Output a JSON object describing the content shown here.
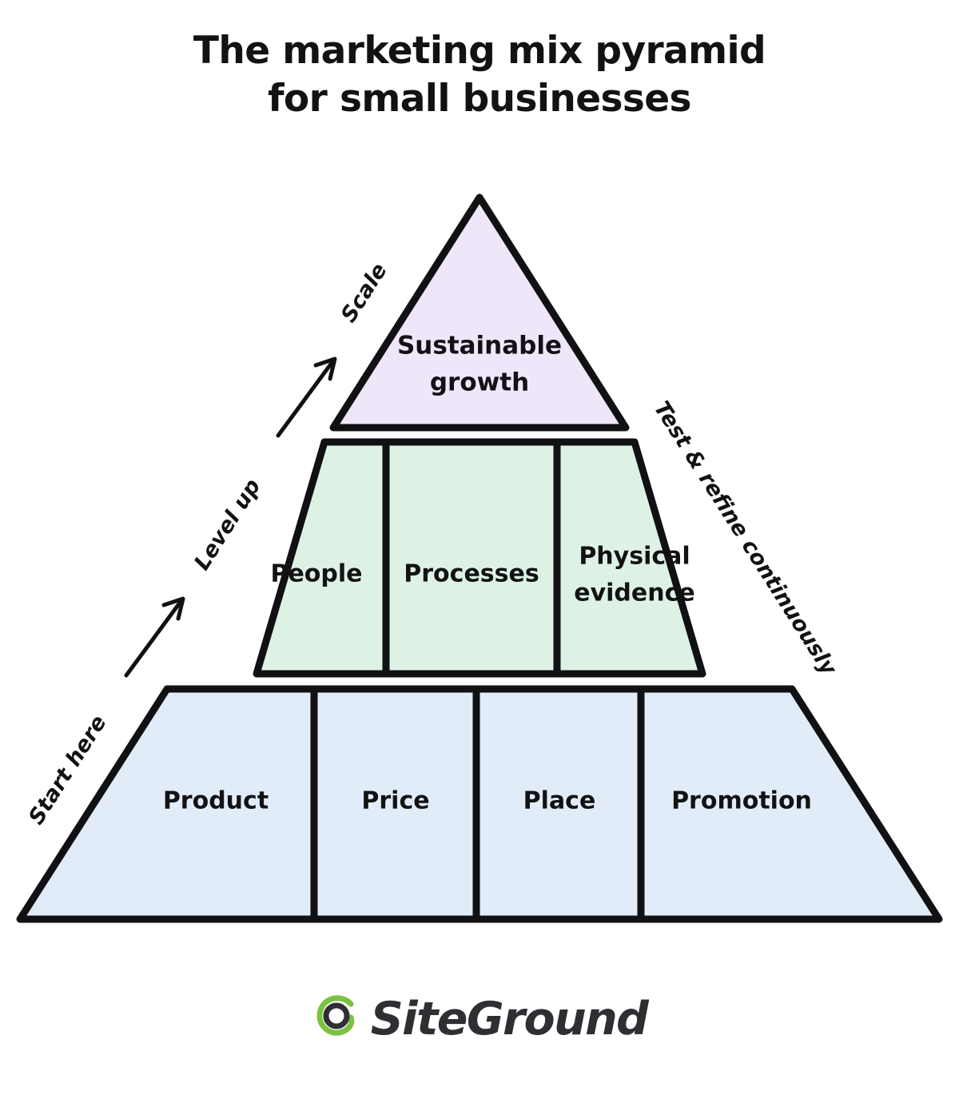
{
  "page": {
    "background_color": "#FFFFFF",
    "title_line1": "The marketing mix pyramid",
    "title_line2": "for small businesses"
  },
  "chart_data": {
    "type": "diagram",
    "subtype": "pyramid",
    "title": "The marketing mix pyramid for small businesses",
    "levels": [
      {
        "index": 3,
        "name": "apex",
        "fill_color": "#F0E6FA",
        "cells": [
          "Sustainable growth"
        ]
      },
      {
        "index": 2,
        "name": "middle",
        "fill_color": "#DDF2E4",
        "cells": [
          "People",
          "Processes",
          "Physical evidence"
        ]
      },
      {
        "index": 1,
        "name": "base",
        "fill_color": "#E1ECF8",
        "cells": [
          "Product",
          "Price",
          "Place",
          "Promotion"
        ]
      }
    ],
    "side_annotations": {
      "left": [
        "Start here",
        "Level up",
        "Scale"
      ],
      "right": [
        "Test & refine continuously"
      ]
    },
    "arrows": [
      {
        "name": "start-here-to-level-up",
        "direction": "up-right"
      },
      {
        "name": "level-up-to-scale",
        "direction": "up-right"
      }
    ],
    "outline_color": "#111114"
  },
  "pyramid": {
    "apex": {
      "label": "Sustainable growth",
      "label_line1": "Sustainable",
      "label_line2": "growth"
    },
    "middle": {
      "cells": [
        {
          "label": "People"
        },
        {
          "label": "Processes"
        },
        {
          "label_line1": "Physical",
          "label_line2": "evidence",
          "label": "Physical evidence"
        }
      ]
    },
    "base": {
      "cells": [
        {
          "label": "Product"
        },
        {
          "label": "Price"
        },
        {
          "label": "Place"
        },
        {
          "label": "Promotion"
        }
      ]
    },
    "left_labels": [
      {
        "text": "Start here"
      },
      {
        "text": "Level up"
      },
      {
        "text": "Scale"
      }
    ],
    "right_labels": [
      {
        "text": "Test & refine continuously"
      }
    ]
  },
  "logo": {
    "text": "SiteGround",
    "mark_color": "#7CC242",
    "text_color": "#2F2F33"
  }
}
